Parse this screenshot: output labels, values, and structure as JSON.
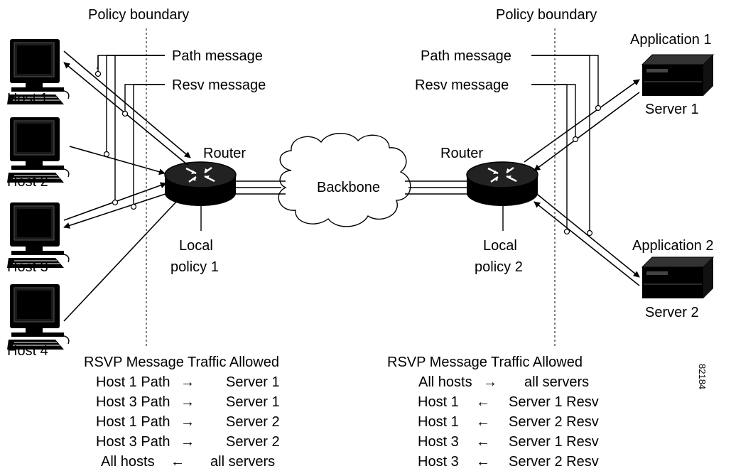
{
  "policy_boundary_left": "Policy boundary",
  "policy_boundary_right": "Policy boundary",
  "hosts": [
    "Host 1",
    "Host 2",
    "Host 3",
    "Host 4"
  ],
  "router_left": "Router",
  "router_right": "Router",
  "backbone": "Backbone",
  "local_policy_left": [
    "Local",
    "policy 1"
  ],
  "local_policy_right": [
    "Local",
    "policy 2"
  ],
  "left_messages": {
    "path": "Path message",
    "resv": "Resv message"
  },
  "right_messages": {
    "path": "Path message",
    "resv": "Resv message"
  },
  "applications": [
    "Application 1",
    "Application 2"
  ],
  "servers": [
    "Server 1",
    "Server 2"
  ],
  "figure_id": "82184",
  "left_table": {
    "title": "RSVP Message Traffic Allowed",
    "rows": [
      {
        "from": "Host 1 Path",
        "dir": "→",
        "to": "Server 1"
      },
      {
        "from": "Host 3 Path",
        "dir": "→",
        "to": "Server 1"
      },
      {
        "from": "Host 1 Path",
        "dir": "→",
        "to": "Server 2"
      },
      {
        "from": "Host 3 Path",
        "dir": "→",
        "to": "Server 2"
      },
      {
        "from": "All hosts",
        "dir": "←",
        "to": "all servers"
      }
    ]
  },
  "right_table": {
    "title": "RSVP Message Traffic Allowed",
    "rows": [
      {
        "from": "All hosts",
        "dir": "→",
        "to": "all servers"
      },
      {
        "from": "Host 1",
        "dir": "←",
        "to": "Server 1 Resv"
      },
      {
        "from": "Host 1",
        "dir": "←",
        "to": "Server 2 Resv"
      },
      {
        "from": "Host 3",
        "dir": "←",
        "to": "Server 1 Resv"
      },
      {
        "from": "Host 3",
        "dir": "←",
        "to": "Server 2 Resv"
      }
    ]
  }
}
